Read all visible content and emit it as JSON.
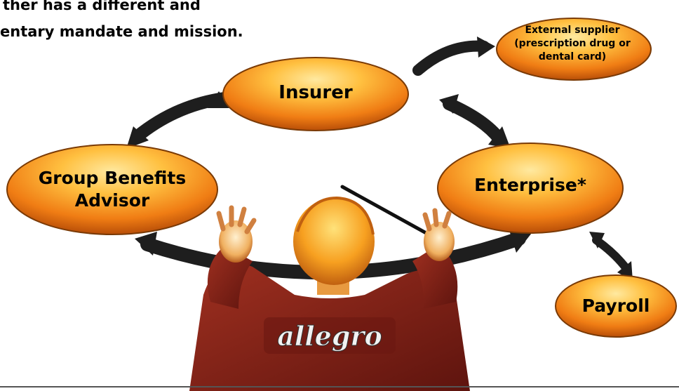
{
  "intro_text": {
    "line1": "ther has a different and",
    "line2": "entary mandate and mission."
  },
  "nodes": {
    "supplier": {
      "line1": "External supplier",
      "line2": "(prescription drug or",
      "line3": "dental card)"
    },
    "insurer": "Insurer",
    "group_benefits_advisor": {
      "line1": "Group Benefits",
      "line2": "Advisor"
    },
    "enterprise": "Enterprise*",
    "payroll": "Payroll"
  },
  "conductor_shirt_logo": "allegro",
  "colors": {
    "ellipse_light": "#ffd56a",
    "ellipse_mid": "#f7931e",
    "ellipse_dark": "#c0580a",
    "arrow": "#1e1e1e",
    "shirt": "#7a1c14",
    "skin": "#f0b060",
    "hair": "#f7a325"
  }
}
